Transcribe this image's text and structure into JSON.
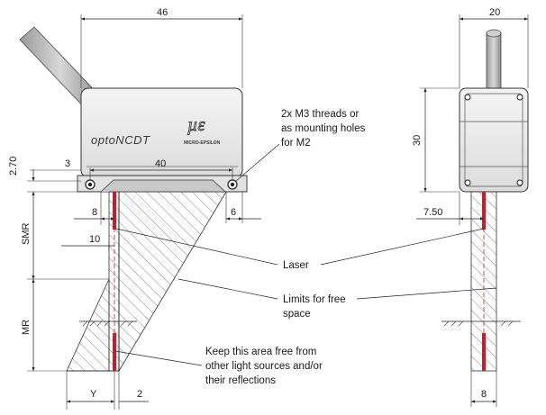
{
  "dimensions": {
    "width_total": "46",
    "height_offset": "2.70",
    "hole_offset": "3",
    "hole_spacing": "40",
    "beam_offset": "8",
    "beam_offset_far": "10",
    "right_edge": "6",
    "smr": "SMR",
    "mr": "MR",
    "y": "Y",
    "gap": "2",
    "side_width": "20",
    "side_height": "30",
    "side_beam": "7.50",
    "side_area": "8"
  },
  "labels": {
    "sensor_brand": "optoNCDT",
    "logo_mark": "µε",
    "logo_text": "MICRO-EPSILON",
    "threads_line1": "2x M3 threads or",
    "threads_line2": "as mounting holes",
    "threads_line3": "for M2",
    "laser": "Laser",
    "limits_line1": "Limits for free",
    "limits_line2": "space",
    "keep_line1": "Keep this area free from",
    "keep_line2": "other light sources and/or",
    "keep_line3": "their reflections"
  }
}
